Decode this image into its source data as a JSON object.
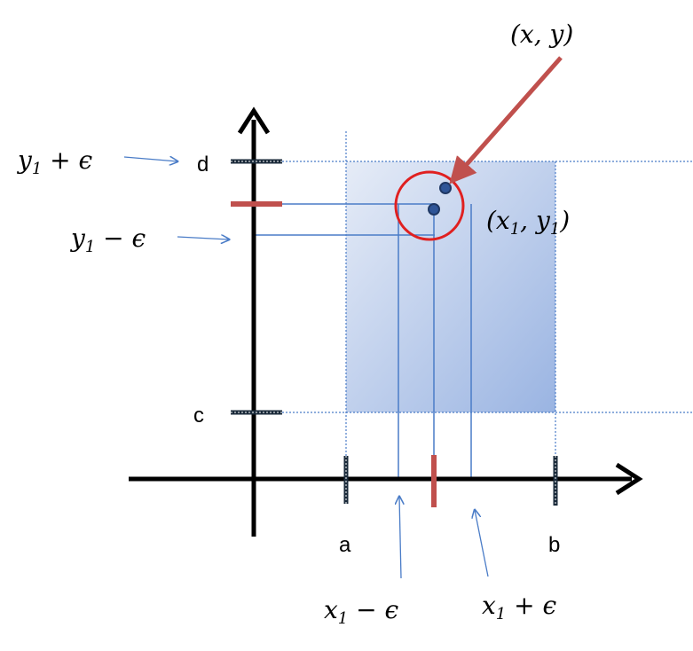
{
  "labels": {
    "point_xy": "(x, y)",
    "point_x1y1_open": "(x",
    "point_x1y1_sub1": "1",
    "point_x1y1_mid": ", y",
    "point_x1y1_sub2": "1",
    "point_x1y1_close": ")",
    "y_plus": {
      "var": "y",
      "sub": "1",
      "rest": " + ϵ"
    },
    "y_minus": {
      "var": "y",
      "sub": "1",
      "rest": " − ϵ"
    },
    "x_minus": {
      "var": "x",
      "sub": "1",
      "rest": " − ϵ"
    },
    "x_plus": {
      "var": "x",
      "sub": "1",
      "rest": " + ϵ"
    },
    "d": "d",
    "c": "c",
    "a": "a",
    "b": "b"
  },
  "colors": {
    "axis": "#000000",
    "highlight": "#c0504d",
    "guide": "#4a7cc7",
    "point": "#2f5597",
    "circle": "#e02020",
    "region_light": "#e4ebf7",
    "region_dark": "#9ab4e2"
  }
}
